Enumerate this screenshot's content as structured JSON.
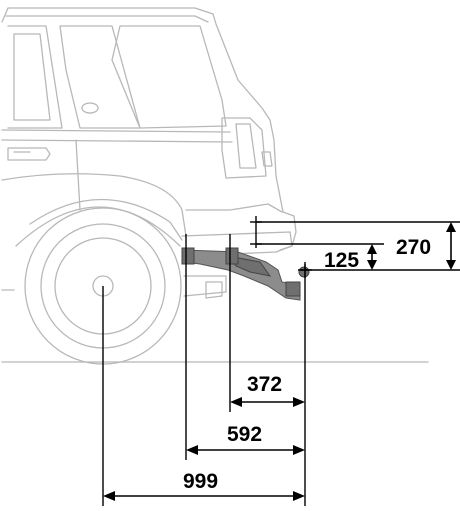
{
  "diagram": {
    "colors": {
      "vehicle_outline": "#b8b8b8",
      "tow_bracket": "#8c8c8c",
      "dimension_lines": "#000000"
    },
    "dimensions": {
      "ball_height_upper": "270",
      "ball_height_lower": "125",
      "ball_to_bracket_front": "372",
      "ball_to_bracket_rear": "592",
      "ball_to_wheel_center": "999"
    }
  }
}
